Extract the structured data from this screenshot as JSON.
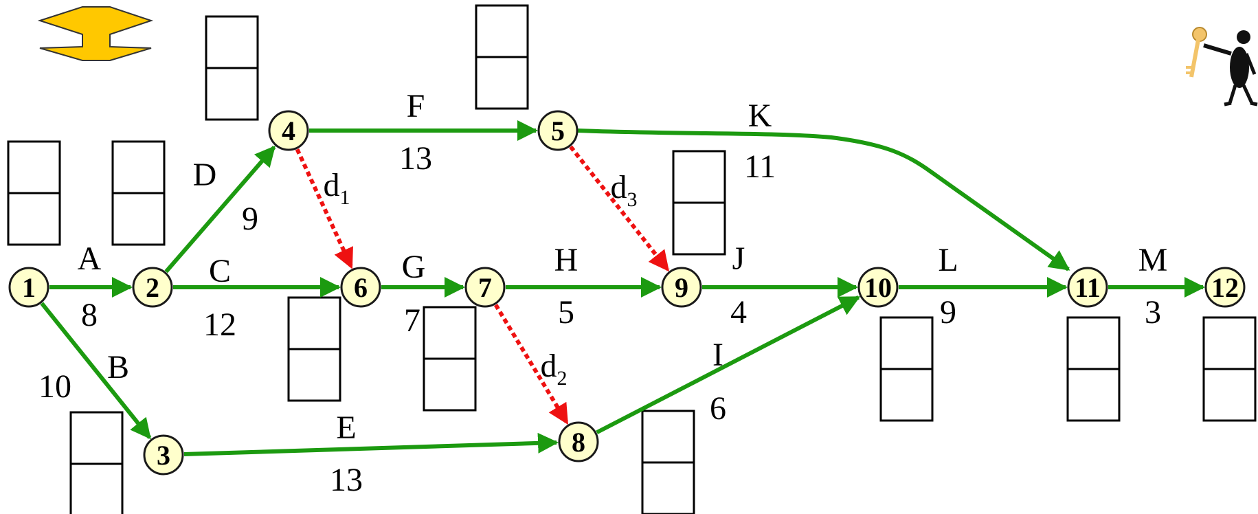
{
  "colors": {
    "edge": "#1c9a10",
    "dummy": "#ee1111",
    "node_fill": "#ffffcc",
    "node_stroke": "#1a1a1a",
    "box_stroke": "#000000",
    "text": "#000000",
    "nav_arrow_fill": "#ffc800"
  },
  "icons": {
    "nav": "double-arrow-icon",
    "figure": "person-with-key-icon"
  },
  "nodes": [
    {
      "id": "1",
      "label": "1"
    },
    {
      "id": "2",
      "label": "2"
    },
    {
      "id": "3",
      "label": "3"
    },
    {
      "id": "4",
      "label": "4"
    },
    {
      "id": "5",
      "label": "5"
    },
    {
      "id": "6",
      "label": "6"
    },
    {
      "id": "7",
      "label": "7"
    },
    {
      "id": "8",
      "label": "8"
    },
    {
      "id": "9",
      "label": "9"
    },
    {
      "id": "10",
      "label": "10"
    },
    {
      "id": "11",
      "label": "11"
    },
    {
      "id": "12",
      "label": "12"
    }
  ],
  "edges": [
    {
      "id": "A",
      "from": "1",
      "to": "2",
      "name": "A",
      "duration": "8",
      "type": "activity"
    },
    {
      "id": "B",
      "from": "1",
      "to": "3",
      "name": "B",
      "duration": "10",
      "type": "activity"
    },
    {
      "id": "C",
      "from": "2",
      "to": "6",
      "name": "C",
      "duration": "12",
      "type": "activity"
    },
    {
      "id": "D",
      "from": "2",
      "to": "4",
      "name": "D",
      "duration": "9",
      "type": "activity"
    },
    {
      "id": "E",
      "from": "3",
      "to": "8",
      "name": "E",
      "duration": "13",
      "type": "activity"
    },
    {
      "id": "F",
      "from": "4",
      "to": "5",
      "name": "F",
      "duration": "13",
      "type": "activity"
    },
    {
      "id": "G",
      "from": "6",
      "to": "7",
      "name": "G",
      "duration": "7",
      "type": "activity"
    },
    {
      "id": "H",
      "from": "7",
      "to": "9",
      "name": "H",
      "duration": "5",
      "type": "activity"
    },
    {
      "id": "I",
      "from": "8",
      "to": "10",
      "name": "I",
      "duration": "6",
      "type": "activity"
    },
    {
      "id": "J",
      "from": "9",
      "to": "10",
      "name": "J",
      "duration": "4",
      "type": "activity"
    },
    {
      "id": "K",
      "from": "5",
      "to": "11",
      "name": "K",
      "duration": "11",
      "type": "activity"
    },
    {
      "id": "L",
      "from": "10",
      "to": "11",
      "name": "L",
      "duration": "9",
      "type": "activity"
    },
    {
      "id": "M",
      "from": "11",
      "to": "12",
      "name": "M",
      "duration": "3",
      "type": "activity"
    },
    {
      "id": "d1",
      "from": "4",
      "to": "6",
      "name": "d",
      "sub": "1",
      "type": "dummy"
    },
    {
      "id": "d2",
      "from": "7",
      "to": "8",
      "name": "d",
      "sub": "2",
      "type": "dummy"
    },
    {
      "id": "d3",
      "from": "5",
      "to": "9",
      "name": "d",
      "sub": "3",
      "type": "dummy"
    }
  ]
}
